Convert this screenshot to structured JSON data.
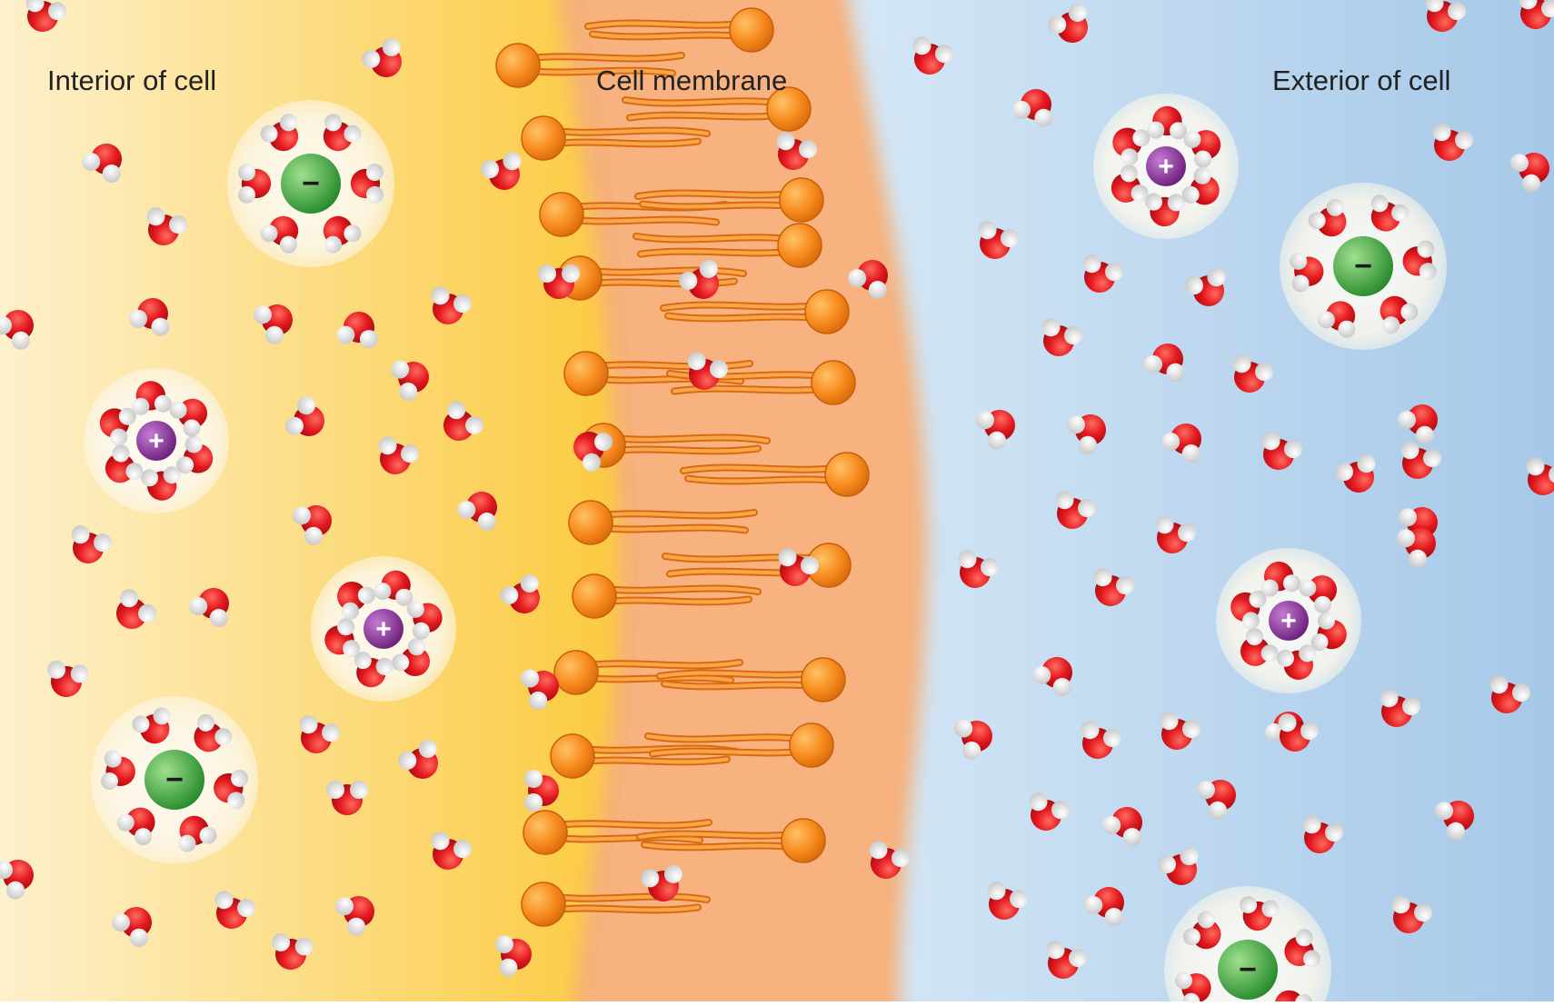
{
  "labels": {
    "interior": "Interior of cell",
    "membrane": "Cell membrane",
    "exterior": "Exterior of cell"
  },
  "ions": [
    {
      "region": "interior",
      "charge": "anion",
      "symbol": "−"
    },
    {
      "region": "interior",
      "charge": "cation",
      "symbol": "+"
    },
    {
      "region": "interior",
      "charge": "cation",
      "symbol": "+"
    },
    {
      "region": "interior",
      "charge": "anion",
      "symbol": "−"
    },
    {
      "region": "exterior",
      "charge": "cation",
      "symbol": "+"
    },
    {
      "region": "exterior",
      "charge": "anion",
      "symbol": "−"
    },
    {
      "region": "exterior",
      "charge": "cation",
      "symbol": "+"
    },
    {
      "region": "exterior",
      "charge": "anion",
      "symbol": "−"
    }
  ],
  "colors": {
    "interior_light": "#fde9b8",
    "interior_dark": "#fcc93a",
    "membrane": "#f6b07a",
    "exterior_light": "#d6e9f7",
    "exterior_dark": "#a9cbea",
    "lipid_head": "#f78a1d",
    "lipid_tail": "#f6922d",
    "oxygen": "#e3191f",
    "hydrogen": "#f2f2f2",
    "cation": "#8c2f9c",
    "anion": "#3fae3f",
    "hydration_shell": "#fbf6e6"
  }
}
